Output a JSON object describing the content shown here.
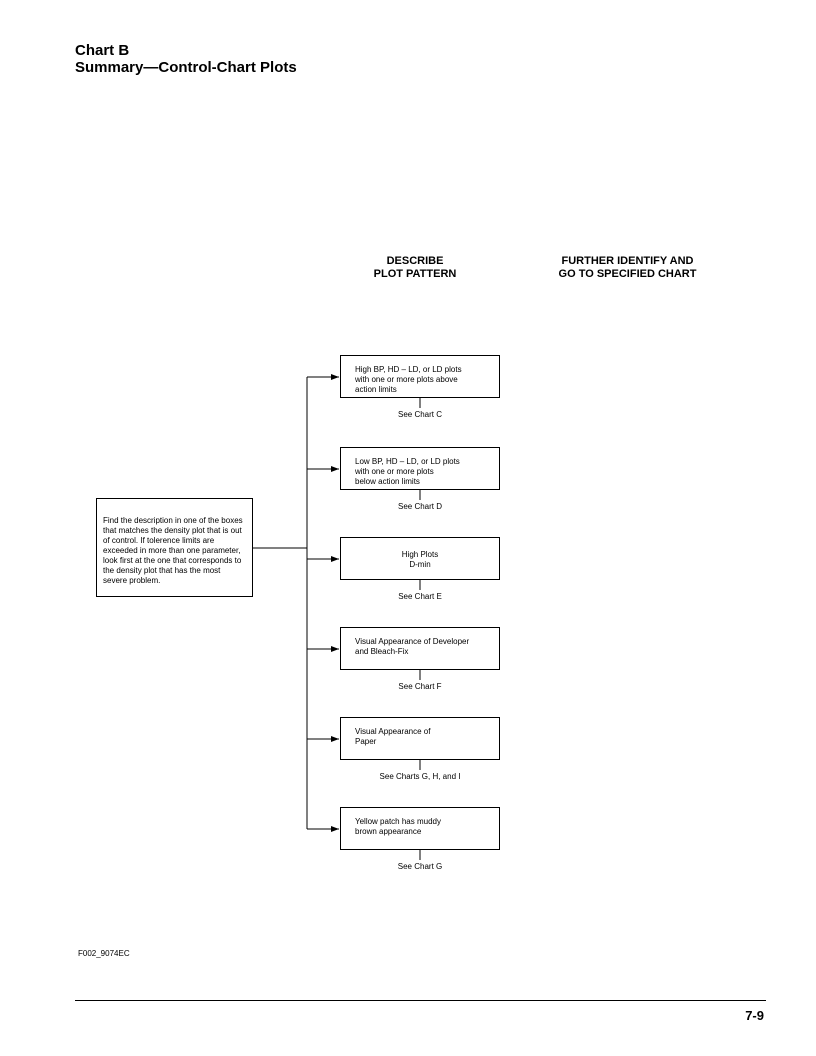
{
  "header": {
    "title_line1": "Chart B",
    "title_line2": "Summary—Control-Chart Plots"
  },
  "columns": {
    "describe": "DESCRIBE\nPLOT PATTERN",
    "identify": "FURTHER IDENTIFY AND\nGO TO SPECIFIED CHART"
  },
  "root": {
    "text": "Find the description in one of the boxes that matches the density plot that is out of control.  If tolerence limits are exceeded in more than one parameter, look first at the one that corresponds to the density plot that has the most severe problem."
  },
  "patterns": [
    {
      "text": "High BP, HD – LD, or LD plots\nwith one or more plots above\naction limits",
      "see": "See Chart C"
    },
    {
      "text": "Low BP, HD – LD, or LD plots\nwith one or more plots\nbelow action limits",
      "see": "See Chart D"
    },
    {
      "text": "High Plots\nD-min",
      "see": "See Chart E"
    },
    {
      "text": "Visual Appearance of Developer\nand Bleach-Fix",
      "see": "See Chart F"
    },
    {
      "text": "Visual Appearance of\nPaper",
      "see": "See Charts G, H, and I"
    },
    {
      "text": "Yellow patch has muddy\nbrown appearance",
      "see": "See Chart G"
    }
  ],
  "footer": {
    "code": "F002_9074EC",
    "page_number": "7-9"
  }
}
